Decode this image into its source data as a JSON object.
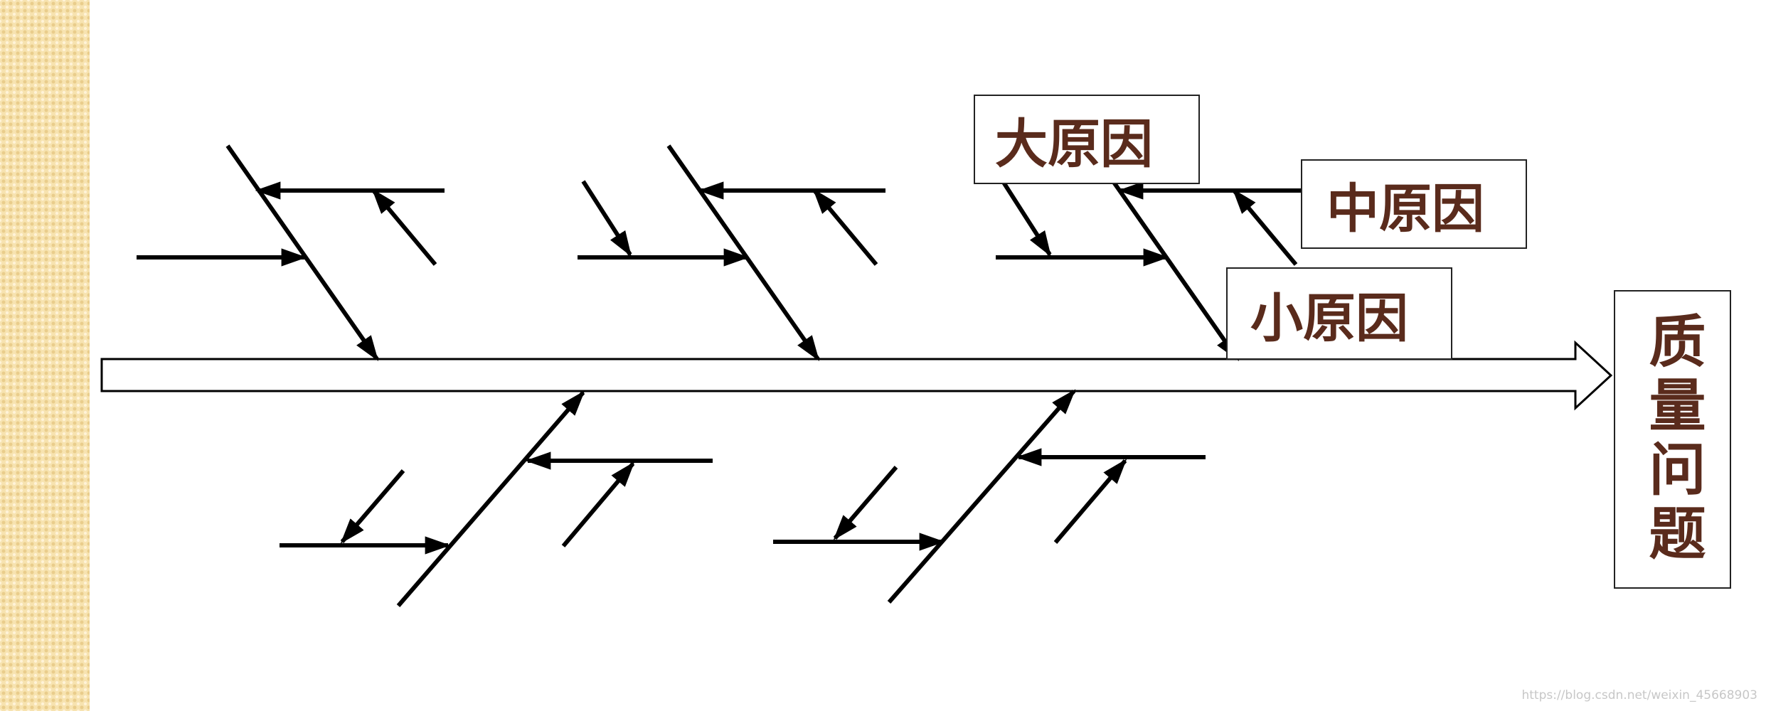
{
  "labels": {
    "big_cause": "大原因",
    "middle_cause": "中原因",
    "small_cause": "小原因",
    "problem": "质量问题"
  },
  "watermark": "https://blog.csdn.net/weixin_45668903"
}
